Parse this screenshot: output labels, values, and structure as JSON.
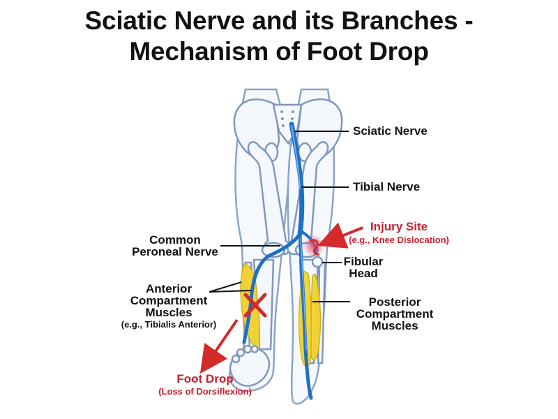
{
  "title": {
    "line1": "Sciatic Nerve and its Branches -",
    "line2": "Mechanism of Foot Drop"
  },
  "labels": {
    "sciatic_nerve": "Sciatic Nerve",
    "tibial_nerve": "Tibial Nerve",
    "injury_site": "Injury Site",
    "injury_example": "(e.g., Knee Dislocation)",
    "common_peroneal_line1": "Common",
    "common_peroneal_line2": "Peroneal Nerve",
    "fibular_head_line1": "Fibular",
    "fibular_head_line2": "Head",
    "anterior_line1": "Anterior",
    "anterior_line2": "Compartment",
    "anterior_line3": "Muscles",
    "anterior_example": "(e.g., Tibialis Anterior)",
    "posterior_line1": "Posterior",
    "posterior_line2": "Compartment",
    "posterior_line3": "Muscles",
    "foot_drop": "Foot Drop",
    "foot_drop_sub": "(Loss of Dorsiflexion)"
  },
  "colors": {
    "bone_outline": "#7f97bf",
    "bone_fill": "#f4f8fd",
    "nerve": "#1f6fc4",
    "nerve_highlight": "#6fb3ea",
    "muscle": "#f2d22e",
    "injury_red": "#d42a2a",
    "leader_line": "#111111"
  }
}
